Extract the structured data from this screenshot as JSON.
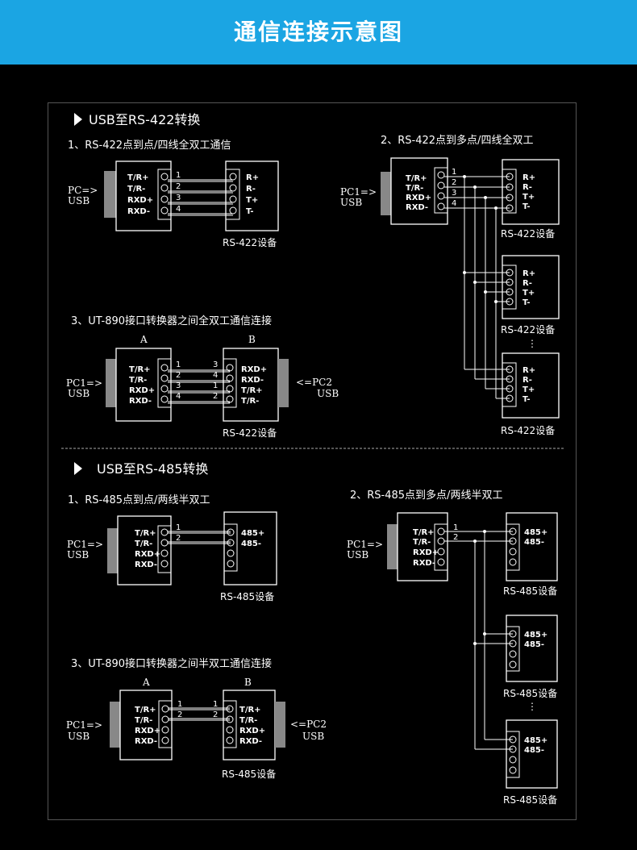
{
  "header": {
    "title": "通信连接示意图",
    "bg_color": "#1ba5e3"
  },
  "section422": {
    "title": "USB至RS-422转换",
    "d1": {
      "title": "1、RS-422点到点/四线全双工通信",
      "pc": "PC=>",
      "usb": "USB",
      "pins": [
        "T/R+",
        "T/R-",
        "RXD+",
        "RXD-"
      ],
      "nums": [
        "1",
        "2",
        "3",
        "4"
      ],
      "dev_pins": [
        "R+",
        "R-",
        "T+",
        "T-"
      ],
      "device": "RS-422设备"
    },
    "d2": {
      "title": "2、RS-422点到多点/四线全双工",
      "pc": "PC1=>",
      "usb": "USB",
      "pins": [
        "T/R+",
        "T/R-",
        "RXD+",
        "RXD-"
      ],
      "nums": [
        "1",
        "2",
        "3",
        "4"
      ],
      "dev_pins": [
        "R+",
        "R-",
        "T+",
        "T-"
      ],
      "device": "RS-422设备",
      "dots": "⋮"
    },
    "d3": {
      "title": "3、UT-890接口转换器之间全双工通信连接",
      "label_a": "A",
      "label_b": "B",
      "pc1": "PC1=>",
      "usb": "USB",
      "pc2": "<=PC2",
      "pins_a": [
        "T/R+",
        "T/R-",
        "RXD+",
        "RXD-"
      ],
      "nums_a": [
        "1",
        "2",
        "3",
        "4"
      ],
      "nums_b": [
        "3",
        "4",
        "1",
        "2"
      ],
      "pins_b": [
        "RXD+",
        "RXD-",
        "T/R+",
        "T/R-"
      ],
      "device": "RS-422设备"
    }
  },
  "section485": {
    "title": "USB至RS-485转换",
    "d1": {
      "title": "1、RS-485点到点/两线半双工",
      "pc": "PC1=>",
      "usb": "USB",
      "pins": [
        "T/R+",
        "T/R-",
        "RXD+",
        "RXD-"
      ],
      "nums": [
        "1",
        "2"
      ],
      "dev_pins": [
        "485+",
        "485-"
      ],
      "device": "RS-485设备"
    },
    "d2": {
      "title": "2、RS-485点到多点/两线半双工",
      "pc": "PC1=>",
      "usb": "USB",
      "pins": [
        "T/R+",
        "T/R-",
        "RXD+",
        "RXD-"
      ],
      "nums": [
        "1",
        "2"
      ],
      "dev_pins": [
        "485+",
        "485-"
      ],
      "device": "RS-485设备",
      "dots": "⋮"
    },
    "d3": {
      "title": "3、UT-890接口转换器之间半双工通信连接",
      "label_a": "A",
      "label_b": "B",
      "pc1": "PC1=>",
      "usb": "USB",
      "pc2": "<=PC2",
      "pins_a": [
        "T/R+",
        "T/R-",
        "RXD+",
        "RXD-"
      ],
      "nums_a": [
        "1",
        "2"
      ],
      "nums_b": [
        "1",
        "2"
      ],
      "pins_b": [
        "T/R+",
        "T/R-",
        "RXD+",
        "RXD-"
      ],
      "device": "RS-485设备"
    }
  }
}
